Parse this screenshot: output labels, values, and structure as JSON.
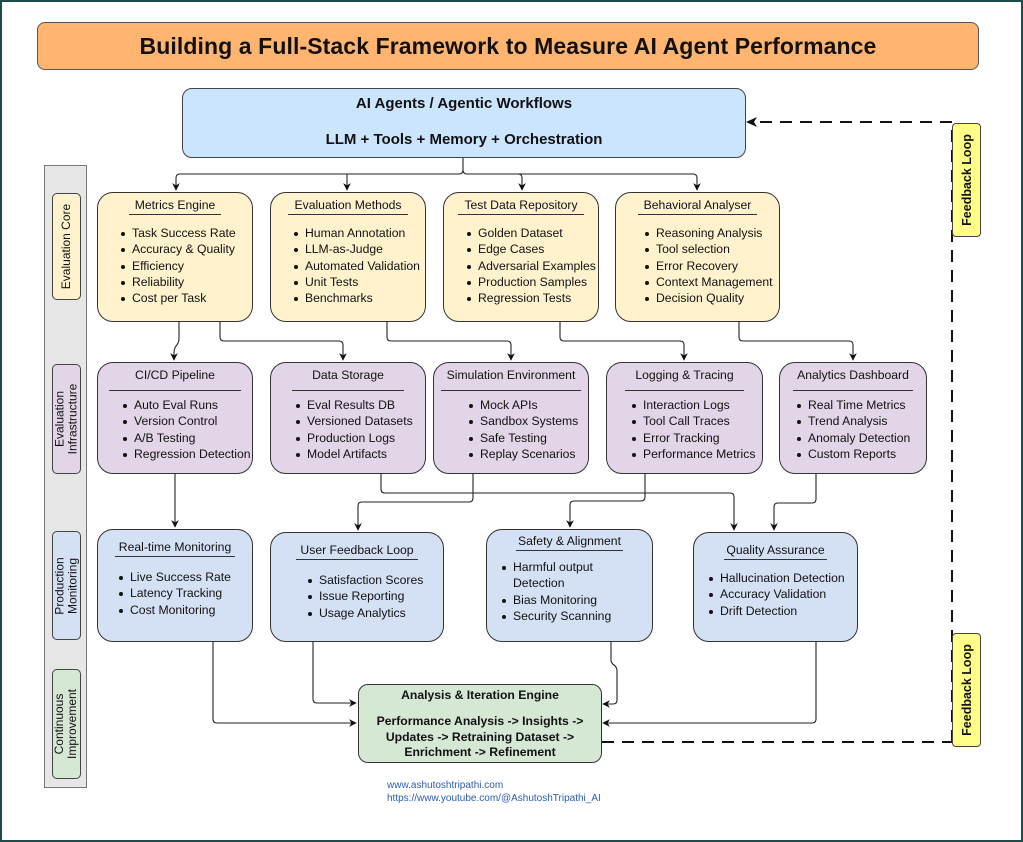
{
  "title": "Building a Full-Stack Framework to Measure AI Agent Performance",
  "top_box": {
    "line1": "AI Agents / Agentic Workflows",
    "line2": "LLM + Tools + Memory + Orchestration"
  },
  "layers": [
    {
      "label": "Evaluation Core"
    },
    {
      "label": "Evaluation Infrastructure"
    },
    {
      "label": "Production Monitoring"
    },
    {
      "label": "Continuous Improvement"
    }
  ],
  "evaluation_core": [
    {
      "title": "Metrics Engine",
      "items": [
        "Task Success Rate",
        "Accuracy & Quality",
        "Efficiency",
        "Reliability",
        "Cost per Task"
      ]
    },
    {
      "title": "Evaluation Methods",
      "items": [
        "Human Annotation",
        "LLM-as-Judge",
        "Automated Validation",
        "Unit Tests",
        "Benchmarks"
      ]
    },
    {
      "title": "Test Data Repository",
      "items": [
        "Golden Dataset",
        "Edge Cases",
        "Adversarial Examples",
        "Production Samples",
        "Regression Tests"
      ]
    },
    {
      "title": "Behavioral Analyser",
      "items": [
        "Reasoning Analysis",
        "Tool selection",
        "Error Recovery",
        "Context Management",
        "Decision Quality"
      ]
    }
  ],
  "evaluation_infrastructure": [
    {
      "title": "CI/CD Pipeline",
      "items": [
        "Auto Eval Runs",
        "Version Control",
        "A/B Testing",
        "Regression Detection"
      ]
    },
    {
      "title": "Data Storage",
      "items": [
        "Eval Results DB",
        "Versioned Datasets",
        "Production Logs",
        "Model Artifacts"
      ]
    },
    {
      "title": "Simulation Environment",
      "items": [
        "Mock APIs",
        "Sandbox Systems",
        "Safe Testing",
        "Replay Scenarios"
      ]
    },
    {
      "title": "Logging & Tracing",
      "items": [
        "Interaction Logs",
        "Tool Call Traces",
        "Error Tracking",
        "Performance Metrics"
      ]
    },
    {
      "title": "Analytics Dashboard",
      "items": [
        "Real Time Metrics",
        "Trend Analysis",
        "Anomaly Detection",
        "Custom Reports"
      ]
    }
  ],
  "production_monitoring": [
    {
      "title": "Real-time Monitoring",
      "items": [
        "Live Success Rate",
        "Latency Tracking",
        "Cost Monitoring"
      ]
    },
    {
      "title": "User Feedback Loop",
      "items": [
        "Satisfaction Scores",
        "Issue Reporting",
        "Usage Analytics"
      ]
    },
    {
      "title": "Safety & Alignment",
      "items": [
        "Harmful output Detection",
        "Bias Monitoring",
        "Security Scanning"
      ]
    },
    {
      "title": "Quality Assurance",
      "items": [
        "Hallucination Detection",
        "Accuracy Validation",
        "Drift Detection"
      ]
    }
  ],
  "analysis_engine": {
    "title": "Analysis & Iteration Engine",
    "line1": "Performance Analysis -> Insights ->",
    "line2": "Updates -> Retraining Dataset ->",
    "line3": "Enrichment -> Refinement"
  },
  "feedback_loop": {
    "upper_label": "Feedback Loop",
    "lower_label": "Feedback Loop"
  },
  "credits": {
    "website": "www.ashutoshtripathi.com",
    "youtube": "https://www.youtube.com/@AshutoshTripathi_AI"
  },
  "colors": {
    "title_bg": "#FFB570",
    "top_bg": "#CCE5FF",
    "core_bg": "#FFF2CC",
    "infra_bg": "#E1D5E7",
    "monitoring_bg": "#D4E1F5",
    "improvement_bg": "#D5E8D4",
    "feedback_bg": "#FFFF88",
    "link": "#2a5db0"
  }
}
